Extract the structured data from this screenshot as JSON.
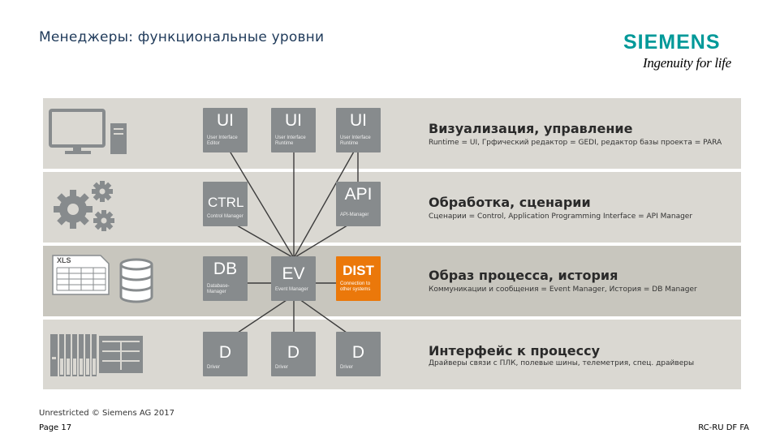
{
  "header": {
    "title": "Менеджеры: функциональные уровни",
    "logo": "SIEMENS",
    "tagline": "Ingenuity for life"
  },
  "rows": [
    {
      "heading": "Визуализация, управление",
      "description": "Runtime = UI, Грфический редактор = GEDI, редактор базы проекта = PARA",
      "boxes": [
        {
          "big": "UI",
          "small": "User Interface Editor"
        },
        {
          "big": "UI",
          "small": "User Interface Runtime"
        },
        {
          "big": "UI",
          "small": "User Interface Runtime"
        }
      ]
    },
    {
      "heading": "Обработка, сценарии",
      "description": "Сценарии = Control, Application Programming Interface = API Manager",
      "boxes": [
        {
          "big": "CTRL",
          "small": "Control Manager"
        },
        {
          "big": "API",
          "small": "API-Manager"
        }
      ]
    },
    {
      "heading": "Образ процесса, история",
      "description": "Коммуникации и сообщения = Event Manager, История = DB Manager",
      "boxes": [
        {
          "big": "DB",
          "small": "Database-Manager"
        },
        {
          "big": "EV",
          "small": "Event Manager"
        },
        {
          "big": "DIST",
          "small": "Connection to other systems"
        }
      ]
    },
    {
      "heading": "Интерфейс к процессу",
      "description": "Драйверы связи с ПЛК, полевые шины, телеметрия, спец. драйверы",
      "boxes": [
        {
          "big": "D",
          "small": "Driver"
        },
        {
          "big": "D",
          "small": "Driver"
        },
        {
          "big": "D",
          "small": "Driver"
        }
      ]
    }
  ],
  "icons": {
    "xls_label": "XLS"
  },
  "footer": {
    "copyright": "Unrestricted © Siemens AG 2017",
    "page": "Page 17",
    "code": "RC-RU DF FA"
  },
  "colors": {
    "box_gray": "#878b8d",
    "box_orange": "#eb780a",
    "row_light": "#dad8d2",
    "row_dark": "#c8c6be",
    "brand": "#009999"
  }
}
